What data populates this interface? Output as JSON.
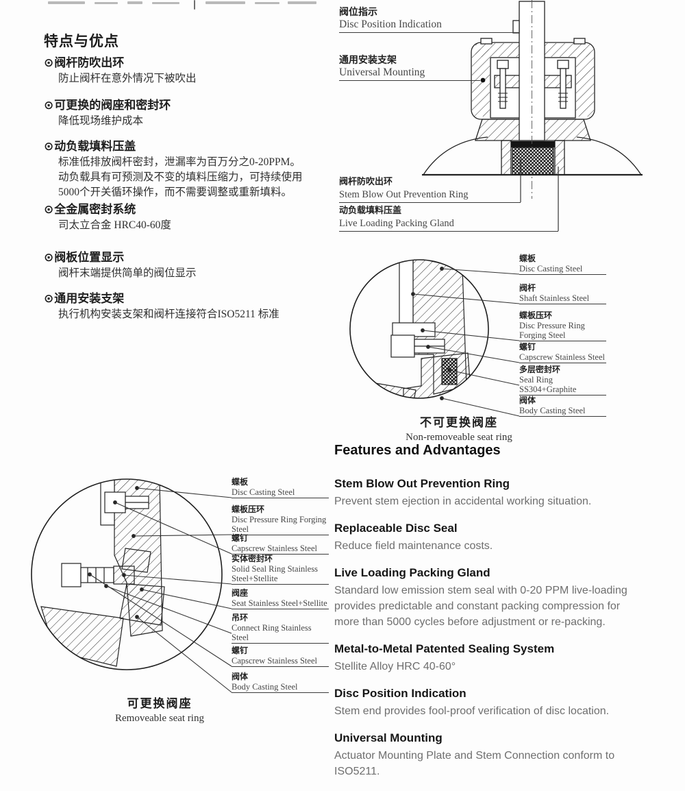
{
  "page": {
    "bg": "#fdfdfd",
    "ink": "#2a2a2a",
    "muted": "#6e6e6e",
    "line": "#3a3a3a"
  },
  "features_zh": {
    "heading": "特点与优点",
    "bullet": "⊙",
    "items": [
      {
        "title": "阀杆防吹出环",
        "lines": [
          "防止阀杆在意外情况下被吹出"
        ]
      },
      {
        "title": "可更换的阀座和密封环",
        "lines": [
          "降低现场维护成本"
        ]
      },
      {
        "title": "动负载填料压盖",
        "lines": [
          "标准低排放阀杆密封，泄漏率为百万分之0-20PPM。",
          "动负载具有可预测及不变的填料压缩力，可持续使用",
          "5000个开关循环操作，而不需要调整或重新填料。"
        ]
      },
      {
        "title": "全金属密封系统",
        "lines": [
          "司太立合金 HRC40-60度"
        ]
      },
      {
        "title": "阀板位置显示",
        "lines": [
          "阀杆末端提供简单的阀位显示"
        ]
      },
      {
        "title": "通用安装支架",
        "lines": [
          "执行机构安装支架和阀杆连接符合ISO5211 标准"
        ]
      }
    ]
  },
  "assembly_diagram": {
    "labels": [
      {
        "zh": "阀位指示",
        "en": "Disc Position Indication"
      },
      {
        "zh": "通用安装支架",
        "en": "Universal Mounting"
      },
      {
        "zh": "阀杆防吹出环",
        "en": "Stem Blow Out Prevention Ring"
      },
      {
        "zh": "动负载填料压盖",
        "en": "Live Loading Packing Gland"
      }
    ]
  },
  "circle1": {
    "labels": [
      {
        "zh": "蝶板",
        "en": "Disc Casting Steel"
      },
      {
        "zh": "阀杆",
        "en": "Shaft Stainless Steel"
      },
      {
        "zh": "蝶板压环",
        "en": "Disc Pressure Ring Forging Steel"
      },
      {
        "zh": "螺钉",
        "en": "Capscrew Stainless Steel"
      },
      {
        "zh": "多层密封环",
        "en": "Seal Ring SS304+Graphite"
      },
      {
        "zh": "阀体",
        "en": "Body Casting Steel"
      }
    ],
    "caption": {
      "zh": "不可更换阀座",
      "en": "Non-removeable seat ring"
    }
  },
  "circle2": {
    "labels": [
      {
        "zh": "蝶板",
        "en": "Disc Casting Steel"
      },
      {
        "zh": "蝶板压环",
        "en": "Disc Pressure Ring Forging Steel"
      },
      {
        "zh": "螺钉",
        "en": "Capscrew Stainless Steel"
      },
      {
        "zh": "实体密封环",
        "en": "Solid Seal Ring Stainless Steel+Stellite"
      },
      {
        "zh": "阀座",
        "en": "Seat Stainless Steel+Stellite"
      },
      {
        "zh": "吊环",
        "en": "Connect Ring Stainless Steel"
      },
      {
        "zh": "螺钉",
        "en": "Capscrew Stainless Steel"
      },
      {
        "zh": "阀体",
        "en": "Body Casting Steel"
      }
    ],
    "caption": {
      "zh": "可更换阀座",
      "en": "Removeable seat ring"
    }
  },
  "features_en": {
    "heading": "Features and Advantages",
    "sections": [
      {
        "title": "Stem Blow Out Prevention Ring",
        "body": "Prevent stem ejection in accidental working situation."
      },
      {
        "title": "Replaceable Disc Seal",
        "body": "Reduce field maintenance costs."
      },
      {
        "title": "Live Loading Packing Gland",
        "body": "Standard low emission stem seal with 0-20 PPM live-loading provides predictable and constant packing compression for more than 5000 cycles before adjustment or re-packing."
      },
      {
        "title": "Metal-to-Metal Patented Sealing System",
        "body": "Stellite Alloy HRC 40-60°"
      },
      {
        "title": "Disc Position Indication",
        "body": "Stem end provides fool-proof verification of disc location."
      },
      {
        "title": "Universal Mounting",
        "body": "Actuator Mounting Plate and Stem Connection conform to ISO5211."
      }
    ]
  }
}
